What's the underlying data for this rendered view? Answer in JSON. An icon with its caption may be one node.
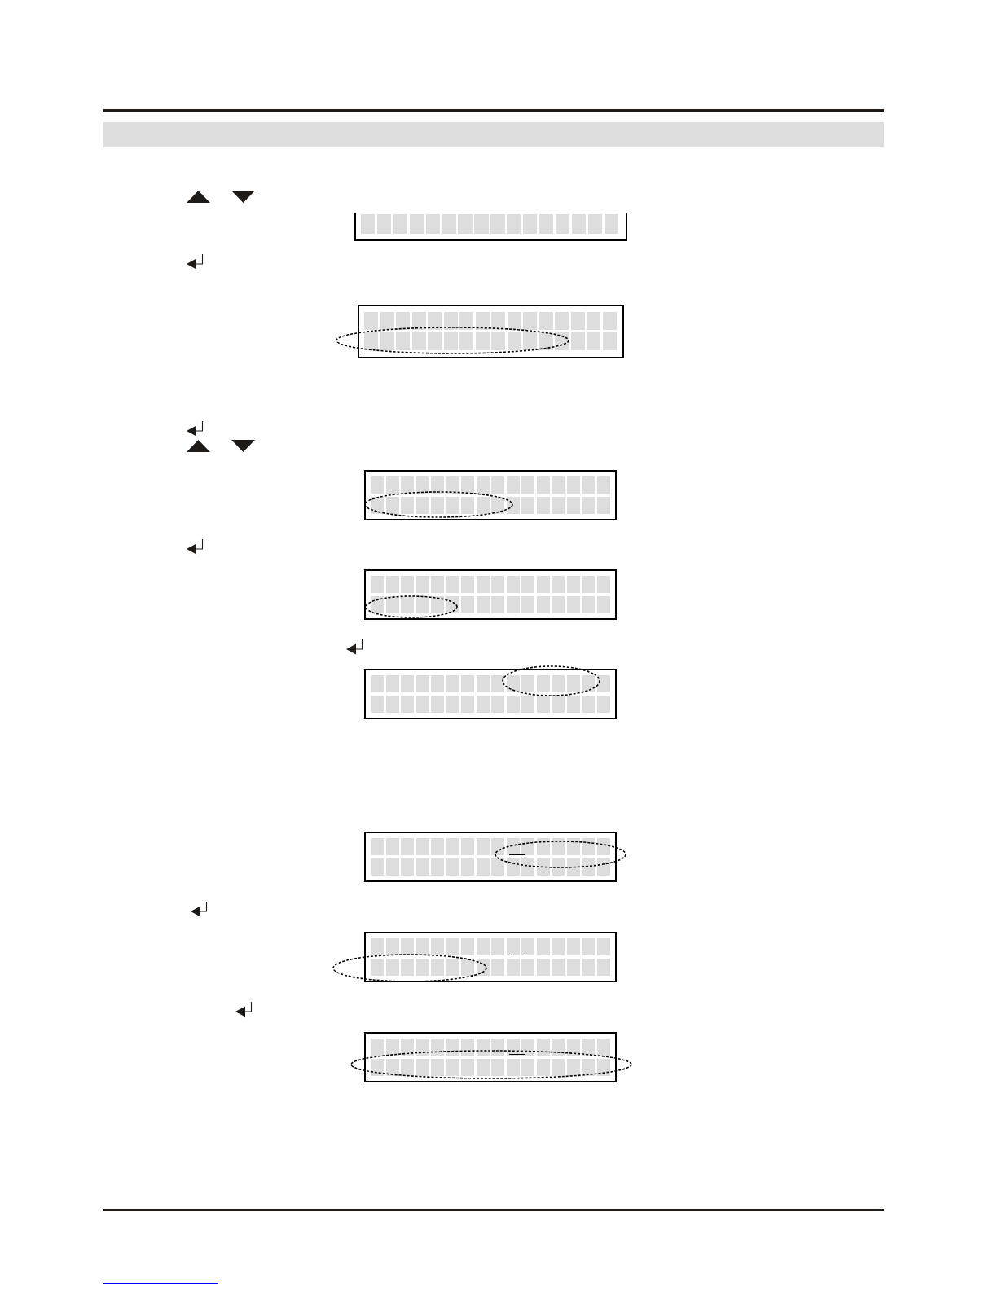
{
  "diagram": {
    "nodes": [
      {
        "text": [],
        "shape": "display"
      },
      {
        "text": [],
        "shape": "display"
      },
      {
        "text": [],
        "shape": "display"
      },
      {
        "text": [],
        "shape": "display"
      },
      {
        "text": [],
        "shape": "display"
      },
      {
        "text": [],
        "shape": "display"
      },
      {
        "text": [],
        "shape": "display"
      },
      {
        "text": [],
        "shape": "display"
      }
    ]
  }
}
